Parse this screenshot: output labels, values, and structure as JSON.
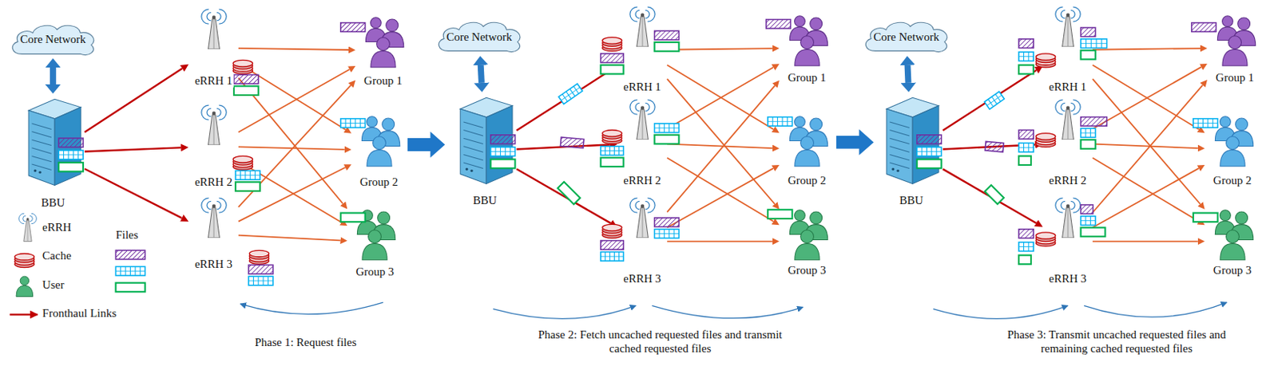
{
  "diagram": {
    "nodes": [
      {
        "text": [
          "Core Network"
        ]
      },
      {
        "text": [
          "BBU"
        ]
      },
      {
        "text": [
          "eRRH 1"
        ]
      },
      {
        "text": [
          "eRRH 2"
        ]
      },
      {
        "text": [
          "eRRH 3"
        ]
      },
      {
        "text": [
          "Group 1"
        ]
      },
      {
        "text": [
          "Group 2"
        ]
      },
      {
        "text": [
          "Group 3"
        ]
      },
      {
        "text": [
          "Core Network"
        ]
      },
      {
        "text": [
          "BBU"
        ]
      },
      {
        "text": [
          "eRRH 1"
        ]
      },
      {
        "text": [
          "eRRH 2"
        ]
      },
      {
        "text": [
          "eRRH 3"
        ]
      },
      {
        "text": [
          "Group 1"
        ]
      },
      {
        "text": [
          "Group 2"
        ]
      },
      {
        "text": [
          "Group 3"
        ]
      },
      {
        "text": [
          "Core Network"
        ]
      },
      {
        "text": [
          "BBU"
        ]
      },
      {
        "text": [
          "eRRH 1"
        ]
      },
      {
        "text": [
          "eRRH 2"
        ]
      },
      {
        "text": [
          "eRRH 3"
        ]
      },
      {
        "text": [
          "Group 1"
        ]
      },
      {
        "text": [
          "Group 2"
        ]
      },
      {
        "text": [
          "Group 3"
        ]
      }
    ],
    "edges": [
      {
        "from": 0,
        "to": 1,
        "arrow": "both"
      },
      {
        "from": 1,
        "to": 2,
        "arrow": "to"
      },
      {
        "from": 1,
        "to": 3,
        "arrow": "to"
      },
      {
        "from": 1,
        "to": 4,
        "arrow": "to"
      },
      {
        "from": 2,
        "to": 5,
        "arrow": "to"
      },
      {
        "from": 2,
        "to": 6,
        "arrow": "to"
      },
      {
        "from": 2,
        "to": 7,
        "arrow": "to"
      },
      {
        "from": 3,
        "to": 5,
        "arrow": "to"
      },
      {
        "from": 3,
        "to": 6,
        "arrow": "to"
      },
      {
        "from": 3,
        "to": 7,
        "arrow": "to"
      },
      {
        "from": 4,
        "to": 5,
        "arrow": "to"
      },
      {
        "from": 4,
        "to": 6,
        "arrow": "to"
      },
      {
        "from": 4,
        "to": 7,
        "arrow": "to"
      },
      {
        "from": 8,
        "to": 9,
        "arrow": "both"
      },
      {
        "from": 9,
        "to": 10,
        "arrow": "to"
      },
      {
        "from": 9,
        "to": 11,
        "arrow": "to"
      },
      {
        "from": 9,
        "to": 12,
        "arrow": "to"
      },
      {
        "from": 10,
        "to": 13,
        "arrow": "to"
      },
      {
        "from": 10,
        "to": 14,
        "arrow": "to"
      },
      {
        "from": 10,
        "to": 15,
        "arrow": "to"
      },
      {
        "from": 11,
        "to": 13,
        "arrow": "to"
      },
      {
        "from": 11,
        "to": 14,
        "arrow": "to"
      },
      {
        "from": 11,
        "to": 15,
        "arrow": "to"
      },
      {
        "from": 12,
        "to": 13,
        "arrow": "to"
      },
      {
        "from": 12,
        "to": 14,
        "arrow": "to"
      },
      {
        "from": 12,
        "to": 15,
        "arrow": "to"
      },
      {
        "from": 16,
        "to": 17,
        "arrow": "both"
      },
      {
        "from": 17,
        "to": 18,
        "arrow": "to"
      },
      {
        "from": 17,
        "to": 19,
        "arrow": "to"
      },
      {
        "from": 17,
        "to": 20,
        "arrow": "to"
      },
      {
        "from": 18,
        "to": 21,
        "arrow": "to"
      },
      {
        "from": 18,
        "to": 22,
        "arrow": "to"
      },
      {
        "from": 18,
        "to": 23,
        "arrow": "to"
      },
      {
        "from": 19,
        "to": 21,
        "arrow": "to"
      },
      {
        "from": 19,
        "to": 22,
        "arrow": "to"
      },
      {
        "from": 19,
        "to": 23,
        "arrow": "to"
      },
      {
        "from": 20,
        "to": 21,
        "arrow": "to"
      },
      {
        "from": 20,
        "to": 22,
        "arrow": "to"
      },
      {
        "from": 20,
        "to": 23,
        "arrow": "to"
      }
    ],
    "labels": [
      "Phase 1: Request files",
      "Phase 2: Fetch uncached requested files and transmit cached requested files",
      "Phase 3: Transmit uncached requested files and remaining cached requested files"
    ],
    "legend": [
      {
        "text": "eRRH"
      },
      {
        "text": "Cache"
      },
      {
        "text": "User"
      },
      {
        "text": "Fronthaul Links"
      },
      {
        "text": "Files"
      }
    ]
  }
}
